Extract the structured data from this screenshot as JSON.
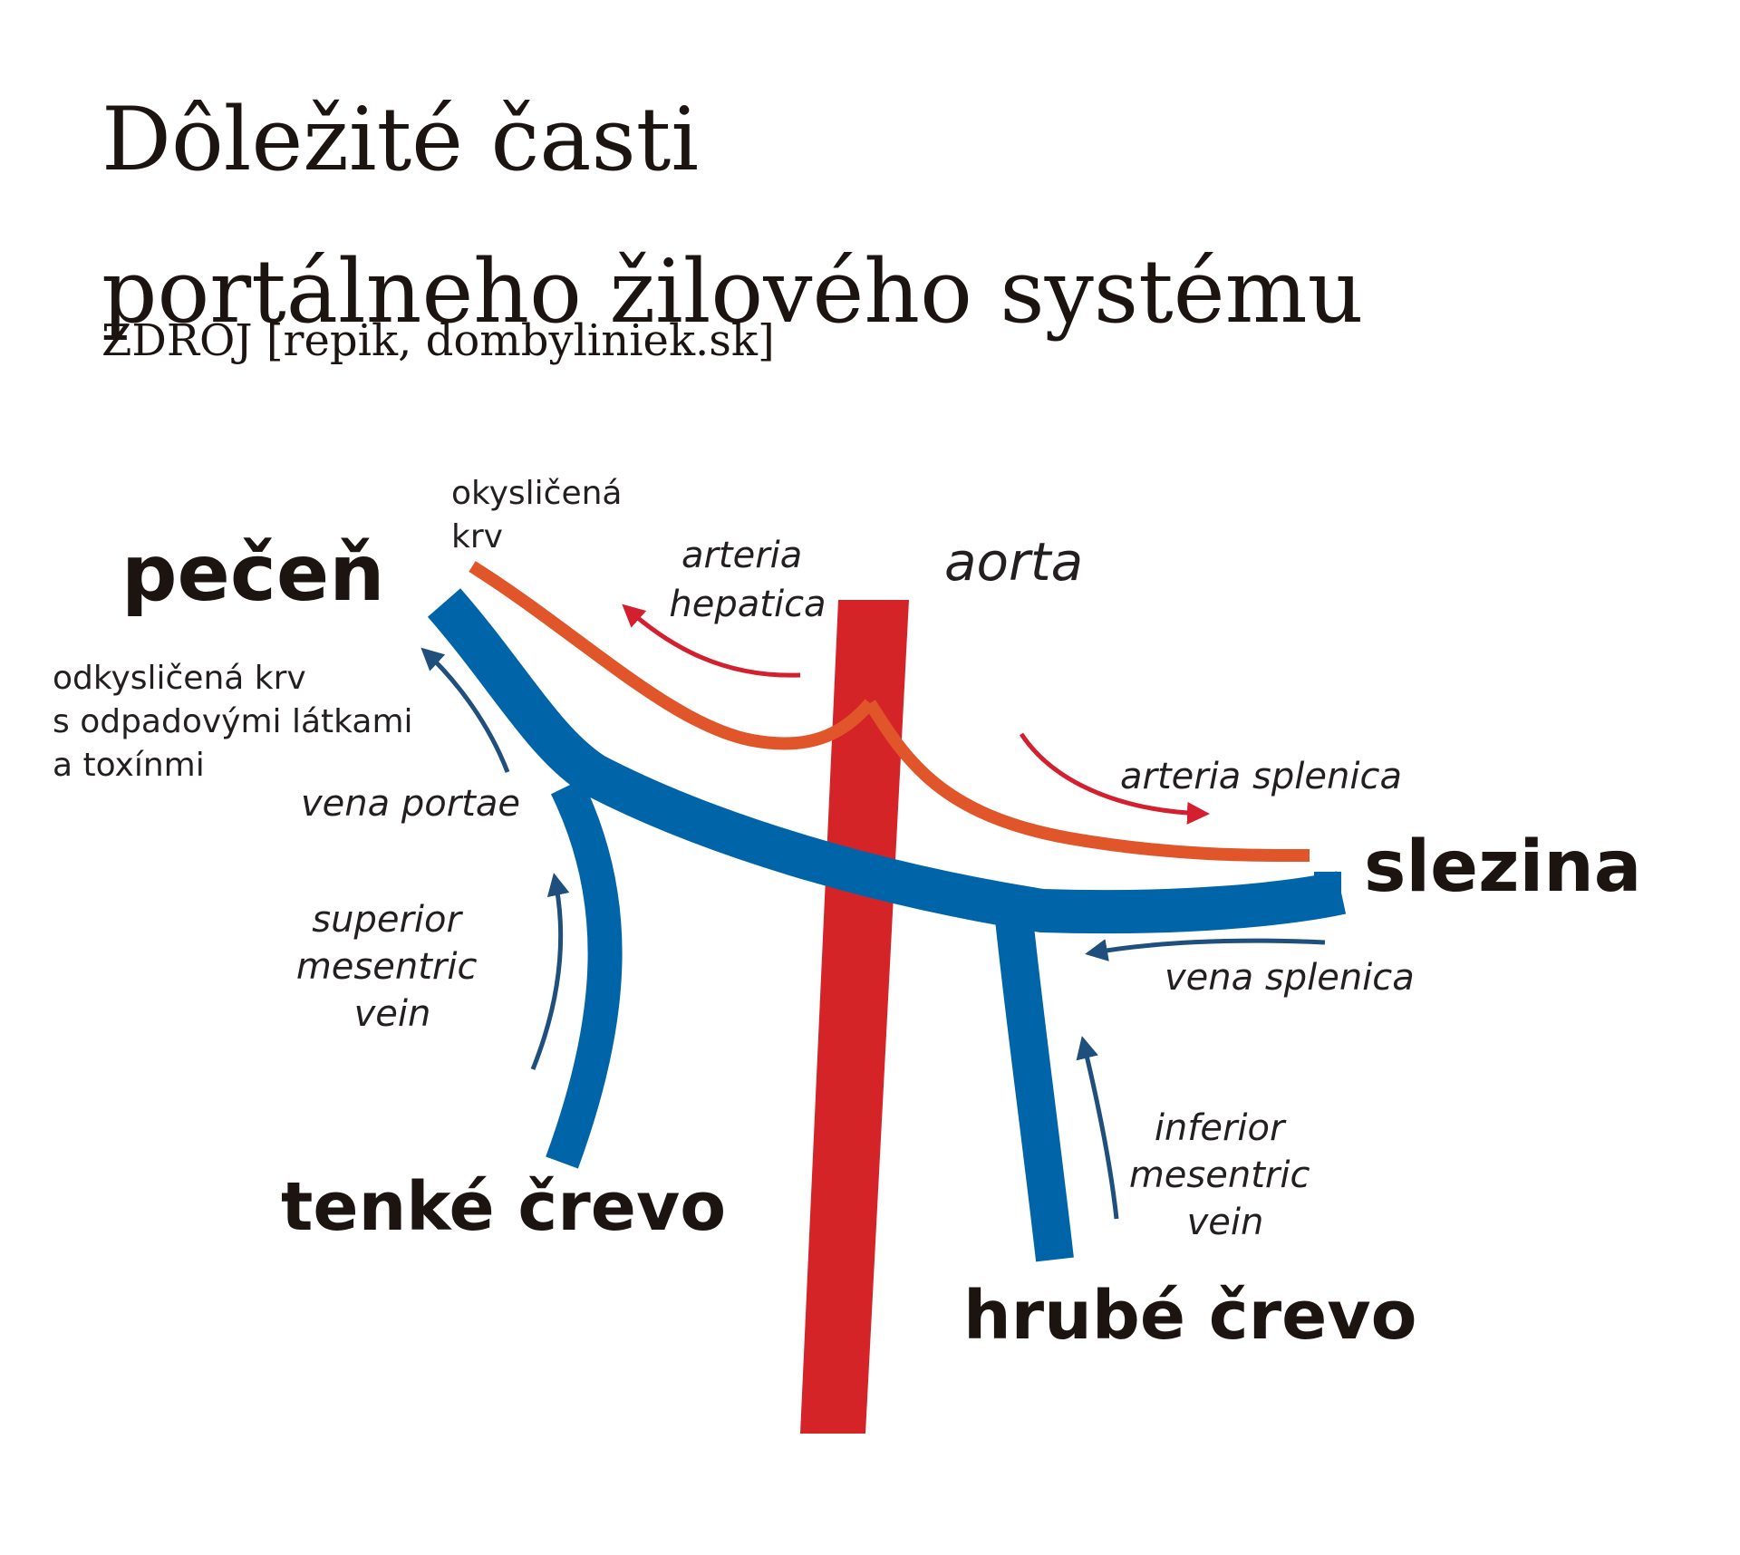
{
  "title": {
    "line1": "Dôležité časti",
    "line2": "portálneho žilového systému",
    "source": "ZDROJ [repik, dombyliniek.sk]"
  },
  "organs": {
    "liver": "pečeň",
    "spleen": "slezina",
    "small_intestine": "tenké črevo",
    "large_intestine": "hrubé črevo"
  },
  "vessels": {
    "aorta": "aorta",
    "hepatic_artery": [
      "arteria",
      "hepatica"
    ],
    "splenic_artery": "arteria splenica",
    "portal_vein": "vena portae",
    "splenic_vein": "vena splenica",
    "superior_mesenteric_vein": [
      "superior",
      "mesentric",
      "vein"
    ],
    "inferior_mesenteric_vein": [
      "inferior",
      "mesentric",
      "vein"
    ]
  },
  "notes": {
    "oxygenated_blood": [
      "okysličená",
      "krv"
    ],
    "deoxygenated_blood": [
      "odkysličená krv",
      "s odpadovými látkami",
      "a toxínmi"
    ]
  },
  "colors": {
    "aorta": "#d52428",
    "vein": "#0065a8",
    "artery": "#e0552a",
    "arrow_red": "#d31f2e",
    "arrow_blue": "#1f4f7c",
    "text": "#1c1411"
  }
}
